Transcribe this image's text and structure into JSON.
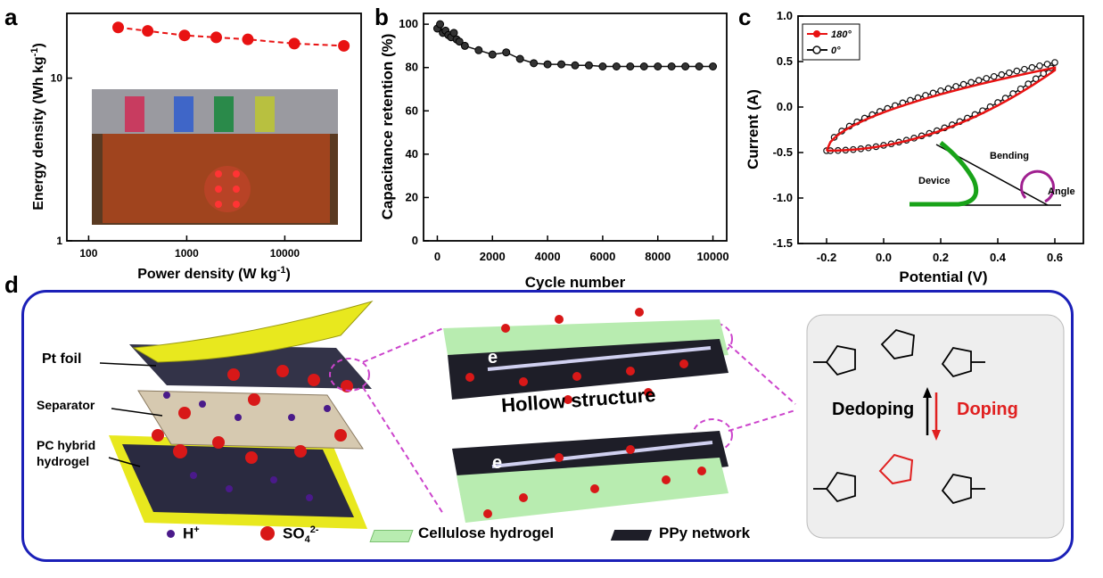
{
  "panels": {
    "a": "a",
    "b": "b",
    "c": "c",
    "d": "d"
  },
  "chart_data": [
    {
      "type": "scatter",
      "panel": "a",
      "xlabel": "Power density (W kg",
      "xlabel_sup": "-1",
      "xlabel_end": ")",
      "ylabel": "Energy density (Wh kg",
      "ylabel_sup": "-1",
      "ylabel_end": ")",
      "x_scale": "log",
      "y_scale": "log",
      "xlim": [
        60,
        60000
      ],
      "ylim": [
        1,
        25
      ],
      "x_ticks": [
        "100",
        "1000",
        "10000"
      ],
      "y_ticks": [
        "1",
        "10"
      ],
      "series": [
        {
          "x": [
            200,
            400,
            950,
            2000,
            4200,
            12500,
            40000
          ],
          "y": [
            20.5,
            19.5,
            18.3,
            17.8,
            17.3,
            16.3,
            15.8
          ],
          "color": "#e81212"
        }
      ]
    },
    {
      "type": "line",
      "panel": "b",
      "xlabel": "Cycle number",
      "ylabel": "Capacitance retention (%)",
      "xlim": [
        -500,
        10500
      ],
      "ylim": [
        0,
        105
      ],
      "x_ticks": [
        "0",
        "2000",
        "4000",
        "6000",
        "8000",
        "10000"
      ],
      "y_ticks": [
        "0",
        "20",
        "40",
        "60",
        "80",
        "100"
      ],
      "series": [
        {
          "x": [
            0,
            100,
            200,
            300,
            400,
            500,
            600,
            700,
            800,
            1000,
            1500,
            2000,
            2500,
            3000,
            3500,
            4000,
            4500,
            5000,
            5500,
            6000,
            6500,
            7000,
            7500,
            8000,
            8500,
            9000,
            9500,
            10000
          ],
          "y": [
            98,
            100,
            96,
            97,
            95,
            94,
            96,
            93,
            92,
            90,
            88,
            86,
            87,
            84,
            82,
            81.5,
            81.5,
            81,
            81,
            80.5,
            80.5,
            80.5,
            80.5,
            80.5,
            80.5,
            80.5,
            80.5,
            80.5
          ],
          "color": "#111111"
        }
      ]
    },
    {
      "type": "line",
      "panel": "c",
      "xlabel": "Potential (V)",
      "ylabel": "Current (A)",
      "xlim": [
        -0.3,
        0.7
      ],
      "ylim": [
        -1.5,
        1.0
      ],
      "x_ticks": [
        "-0.2",
        "0.0",
        "0.2",
        "0.4",
        "0.6"
      ],
      "y_ticks": [
        "-1.5",
        "-1.0",
        "-0.5",
        "0.0",
        "0.5",
        "1.0"
      ],
      "legend": "top-left",
      "series": [
        {
          "name": "180°",
          "color": "#e81212"
        },
        {
          "name": "0°",
          "color": "#111111"
        }
      ],
      "annotations": {
        "bending": "Bending",
        "device": "Device",
        "angle": "Angle"
      }
    }
  ],
  "schematic": {
    "pt_foil": "Pt foil",
    "separator": "Separator",
    "pc_hybrid": "PC hybrid",
    "hydrogel": "hydrogel",
    "hollow": "Hollow structure",
    "electron": "e",
    "dedoping": "Dedoping",
    "doping": "Doping",
    "h_label": "H",
    "h_sup": "+",
    "so4_label": "SO",
    "so4_sub": "4",
    "so4_sup": "2-",
    "cellulose": "Cellulose hydrogel",
    "ppy": "PPy network",
    "colors": {
      "border": "#1b20b8",
      "foil": "#e8e81e",
      "red": "#d81818",
      "purple": "#4a1a8a",
      "doping": "#e02020"
    }
  }
}
